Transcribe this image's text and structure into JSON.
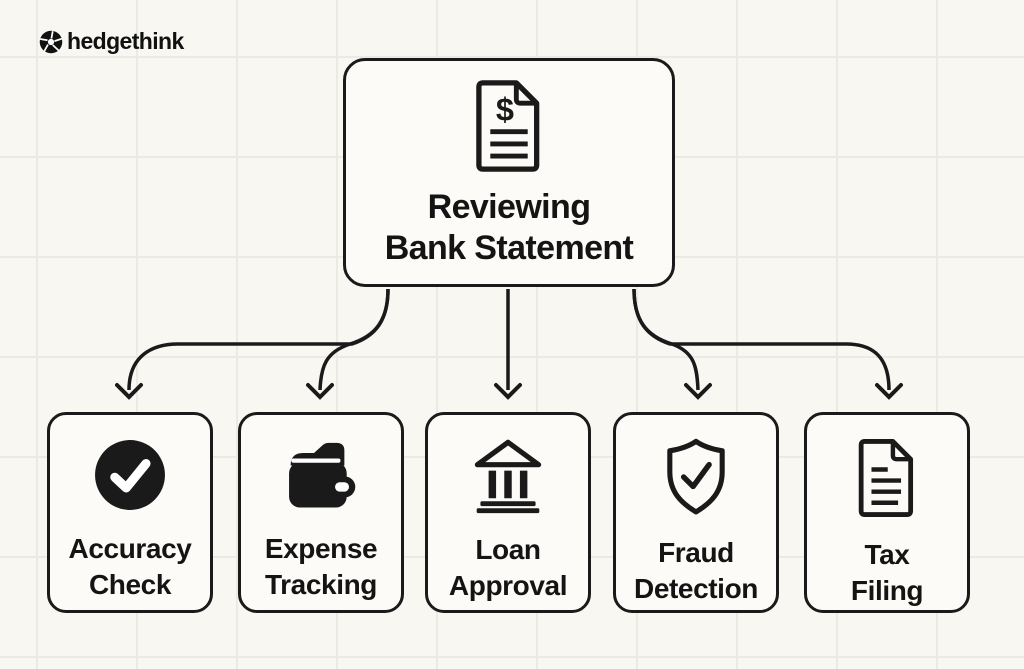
{
  "colors": {
    "background": "#f8f7f2",
    "grid_line": "#ecebe3",
    "card_fill": "#fcfbf7",
    "stroke": "#1a1a1a",
    "text": "#141414"
  },
  "logo": {
    "brand": "hedgethink",
    "icon": "aperture-logo-icon"
  },
  "root": {
    "title": [
      "Reviewing",
      "Bank Statement"
    ],
    "icon": "dollar-statement-document-icon"
  },
  "nodes": [
    {
      "label": [
        "Accuracy",
        "Check"
      ],
      "icon": "check-circle-icon"
    },
    {
      "label": [
        "Expense",
        "Tracking"
      ],
      "icon": "wallet-icon"
    },
    {
      "label": [
        "Loan",
        "Approval"
      ],
      "icon": "bank-icon"
    },
    {
      "label": [
        "Fraud",
        "Detection"
      ],
      "icon": "shield-check-icon"
    },
    {
      "label": [
        "Tax",
        "Filing"
      ],
      "icon": "document-lines-icon"
    }
  ]
}
